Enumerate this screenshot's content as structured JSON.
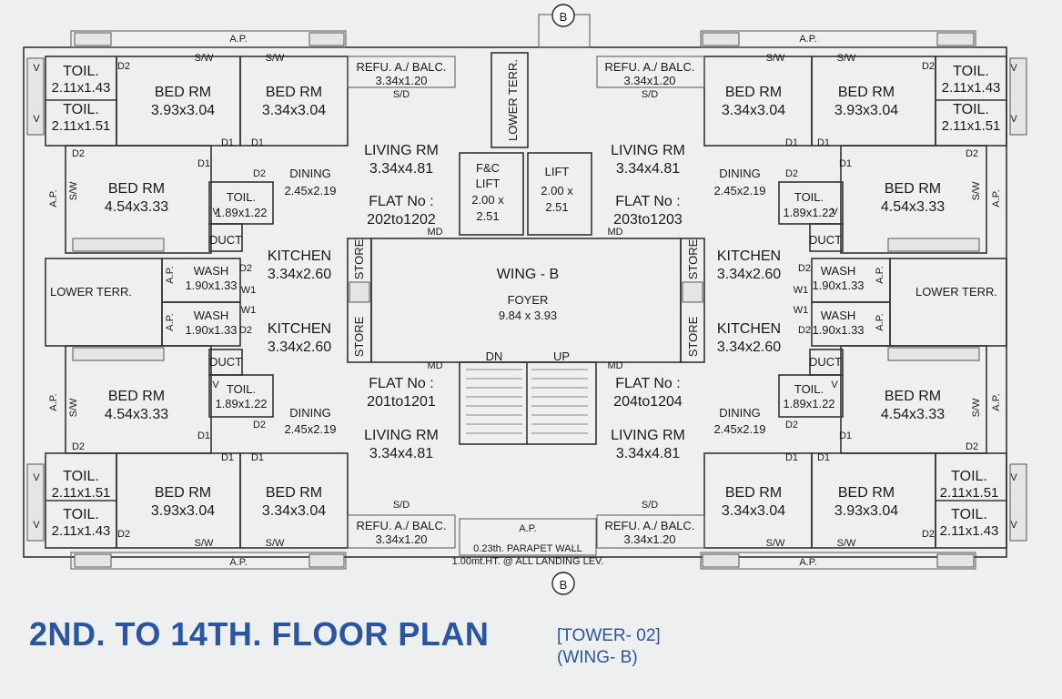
{
  "title": "2ND. TO 14TH. FLOOR PLAN",
  "subtitle_tower": "[TOWER- 02]",
  "subtitle_wing": "(WING- B)",
  "grid_marker": "B",
  "wing": {
    "name": "WING - B",
    "foyer": "FOYER",
    "foyer_size": "9.84 x 3.93"
  },
  "lifts": {
    "fc_label1": "F&C",
    "fc_label2": "LIFT",
    "fc_size1": "2.00 x",
    "fc_size2": "2.51",
    "lift_label": "LIFT",
    "lift_size1": "2.00 x",
    "lift_size2": "2.51"
  },
  "stairs": {
    "dn": "DN",
    "up": "UP"
  },
  "lower_terr": "LOWER TERR.",
  "ap": "A.P.",
  "parapet_line1": "0.23th. PARAPET WALL",
  "parapet_line2": "1.00mt.HT. @ ALL LANDING LEV.",
  "codes": {
    "d1": "D1",
    "d2": "D2",
    "md": "MD",
    "sw": "S/W",
    "sd": "S/D",
    "v": "V",
    "w1": "W1"
  },
  "rooms": {
    "toil": "TOIL.",
    "toil_a": "2.11x1.43",
    "toil_b": "2.11x1.51",
    "toil_c": "1.89x1.22",
    "bed": "BED RM",
    "bed_a": "3.93x3.04",
    "bed_b": "3.34x3.04",
    "bed_c": "4.54x3.33",
    "living": "LIVING RM",
    "living_size": "3.34x4.81",
    "dining": "DINING",
    "dining_size": "2.45x2.19",
    "kitchen": "KITCHEN",
    "kitchen_size": "3.34x2.60",
    "wash": "WASH",
    "wash_size": "1.90x1.33",
    "duct": "DUCT",
    "store": "STORE",
    "refu": "REFU. A./ BALC.",
    "refu_size": "3.34x1.20",
    "flat_no": "FLAT No :"
  },
  "flats": {
    "tl": "202to1202",
    "tr": "203to1203",
    "bl": "201to1201",
    "br": "204to1204"
  }
}
